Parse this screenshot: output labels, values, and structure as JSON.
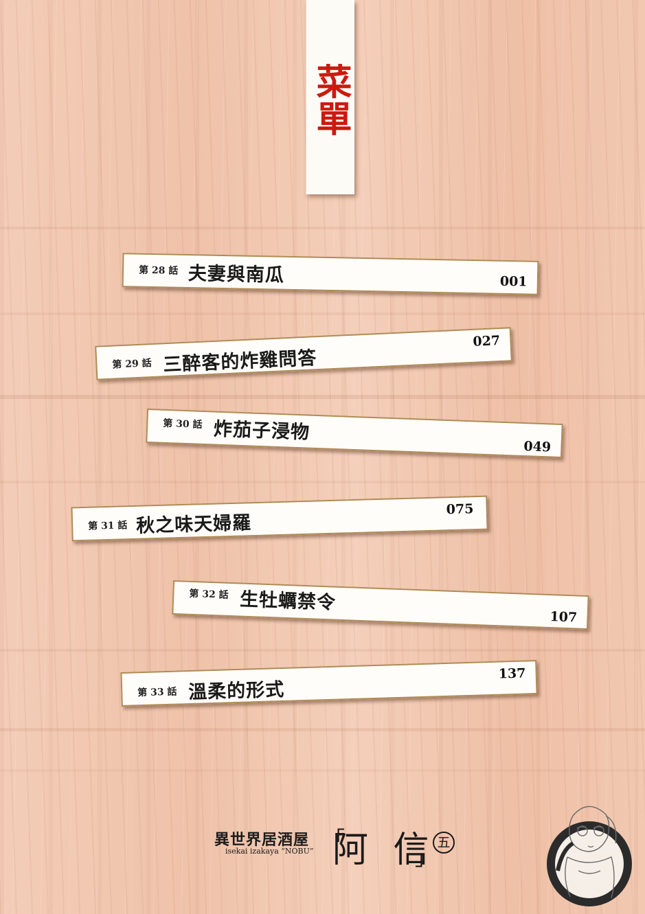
{
  "title": "菜單",
  "episodes": [
    {
      "label": "第 28 話",
      "title": "夫妻與南瓜",
      "page": "001"
    },
    {
      "label": "第 29 話",
      "title": "三醉客的炸雞問答",
      "page": "027"
    },
    {
      "label": "第 30 話",
      "title": "炸茄子浸物",
      "page": "049"
    },
    {
      "label": "第 31 話",
      "title": "秋之味天婦羅",
      "page": "075"
    },
    {
      "label": "第 32 話",
      "title": "生牡蠣禁令",
      "page": "107"
    },
    {
      "label": "第 33 話",
      "title": "溫柔的形式",
      "page": "137"
    }
  ],
  "brand": {
    "japanese": "異世界居酒屋",
    "romaji": "isekai izakaya “NOBU”",
    "name": "阿 信",
    "volume": "五"
  }
}
